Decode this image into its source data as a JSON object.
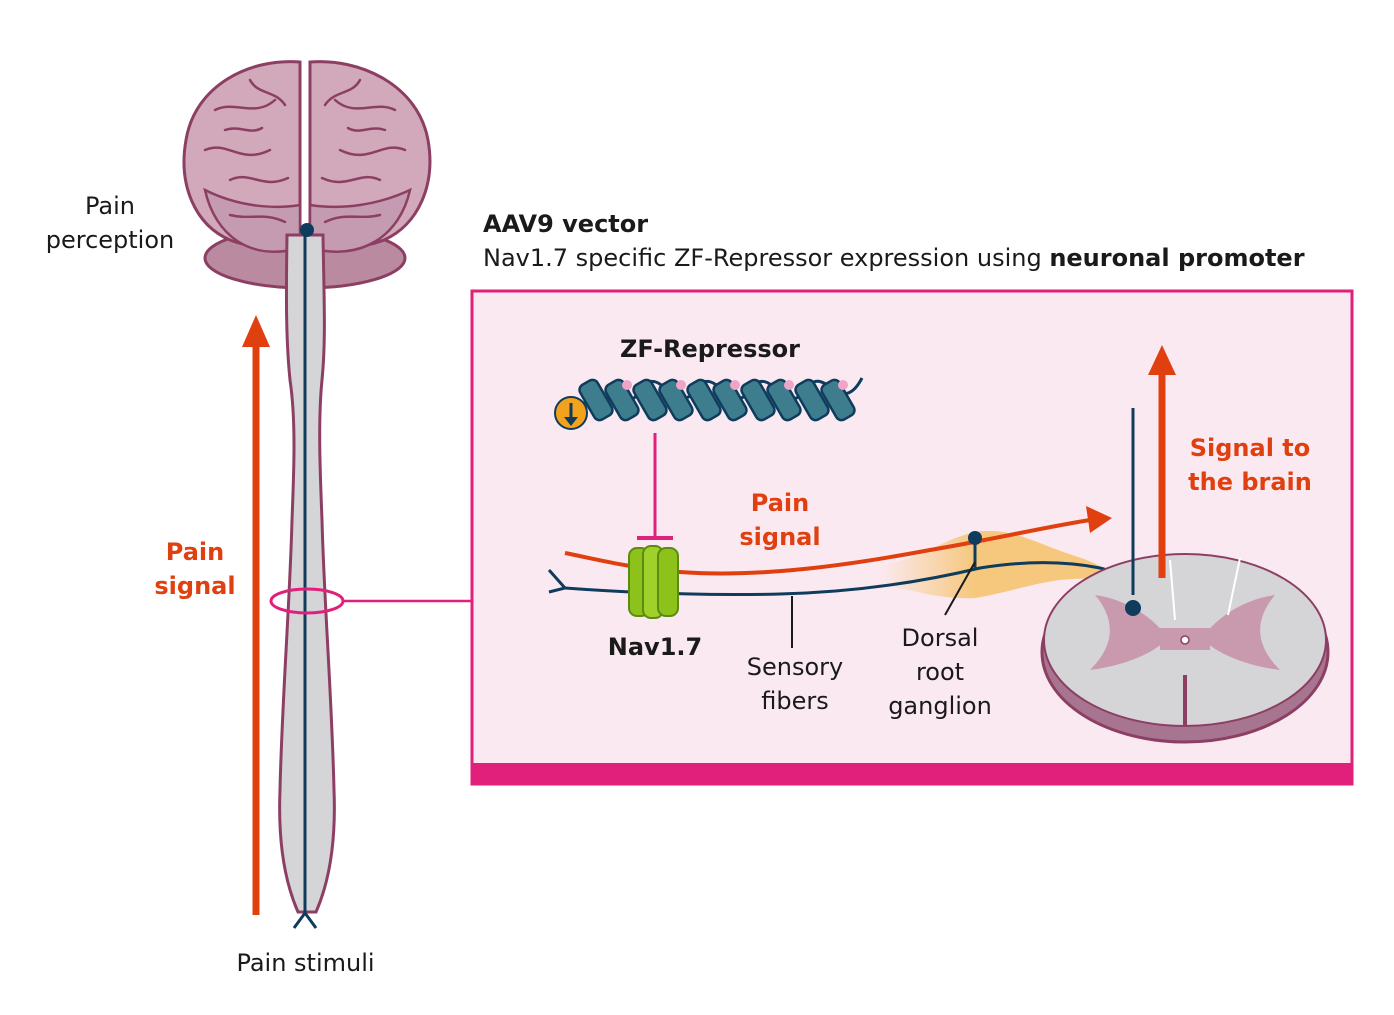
{
  "labels": {
    "pain_perception_1": "Pain",
    "pain_perception_2": "perception",
    "pain_stimuli": "Pain stimuli",
    "pain_signal_left_1": "Pain",
    "pain_signal_left_2": "signal",
    "vector_title": "AAV9 vector",
    "vector_sub_plain": "Nav1.7 specific ZF-Repressor expression using ",
    "vector_sub_bold": "neuronal promoter",
    "zf_repressor": "ZF-Repressor",
    "pain_signal_inset_1": "Pain",
    "pain_signal_inset_2": "signal",
    "nav17": "Nav1.7",
    "sensory_1": "Sensory",
    "sensory_2": "fibers",
    "drg_1": "Dorsal",
    "drg_2": "root",
    "drg_3": "ganglion",
    "signal_brain_1": "Signal to",
    "signal_brain_2": "the brain"
  },
  "colors": {
    "accent_red": "#e0400f",
    "magenta": "#e0207a",
    "inset_bg": "#fbe9f1",
    "nerve_navy": "#0f3b5c",
    "brain_pink": "#c99aae",
    "cord_grey": "#d5d5d8",
    "channel_green": "#8cc21a",
    "ganglion_orange": "#f6c87e"
  },
  "icons": [
    "brain-icon",
    "spinal-cord-icon",
    "zf-repressor-protein-icon",
    "nav17-channel-icon",
    "spinal-cord-section-icon",
    "down-arrow-badge-icon"
  ]
}
